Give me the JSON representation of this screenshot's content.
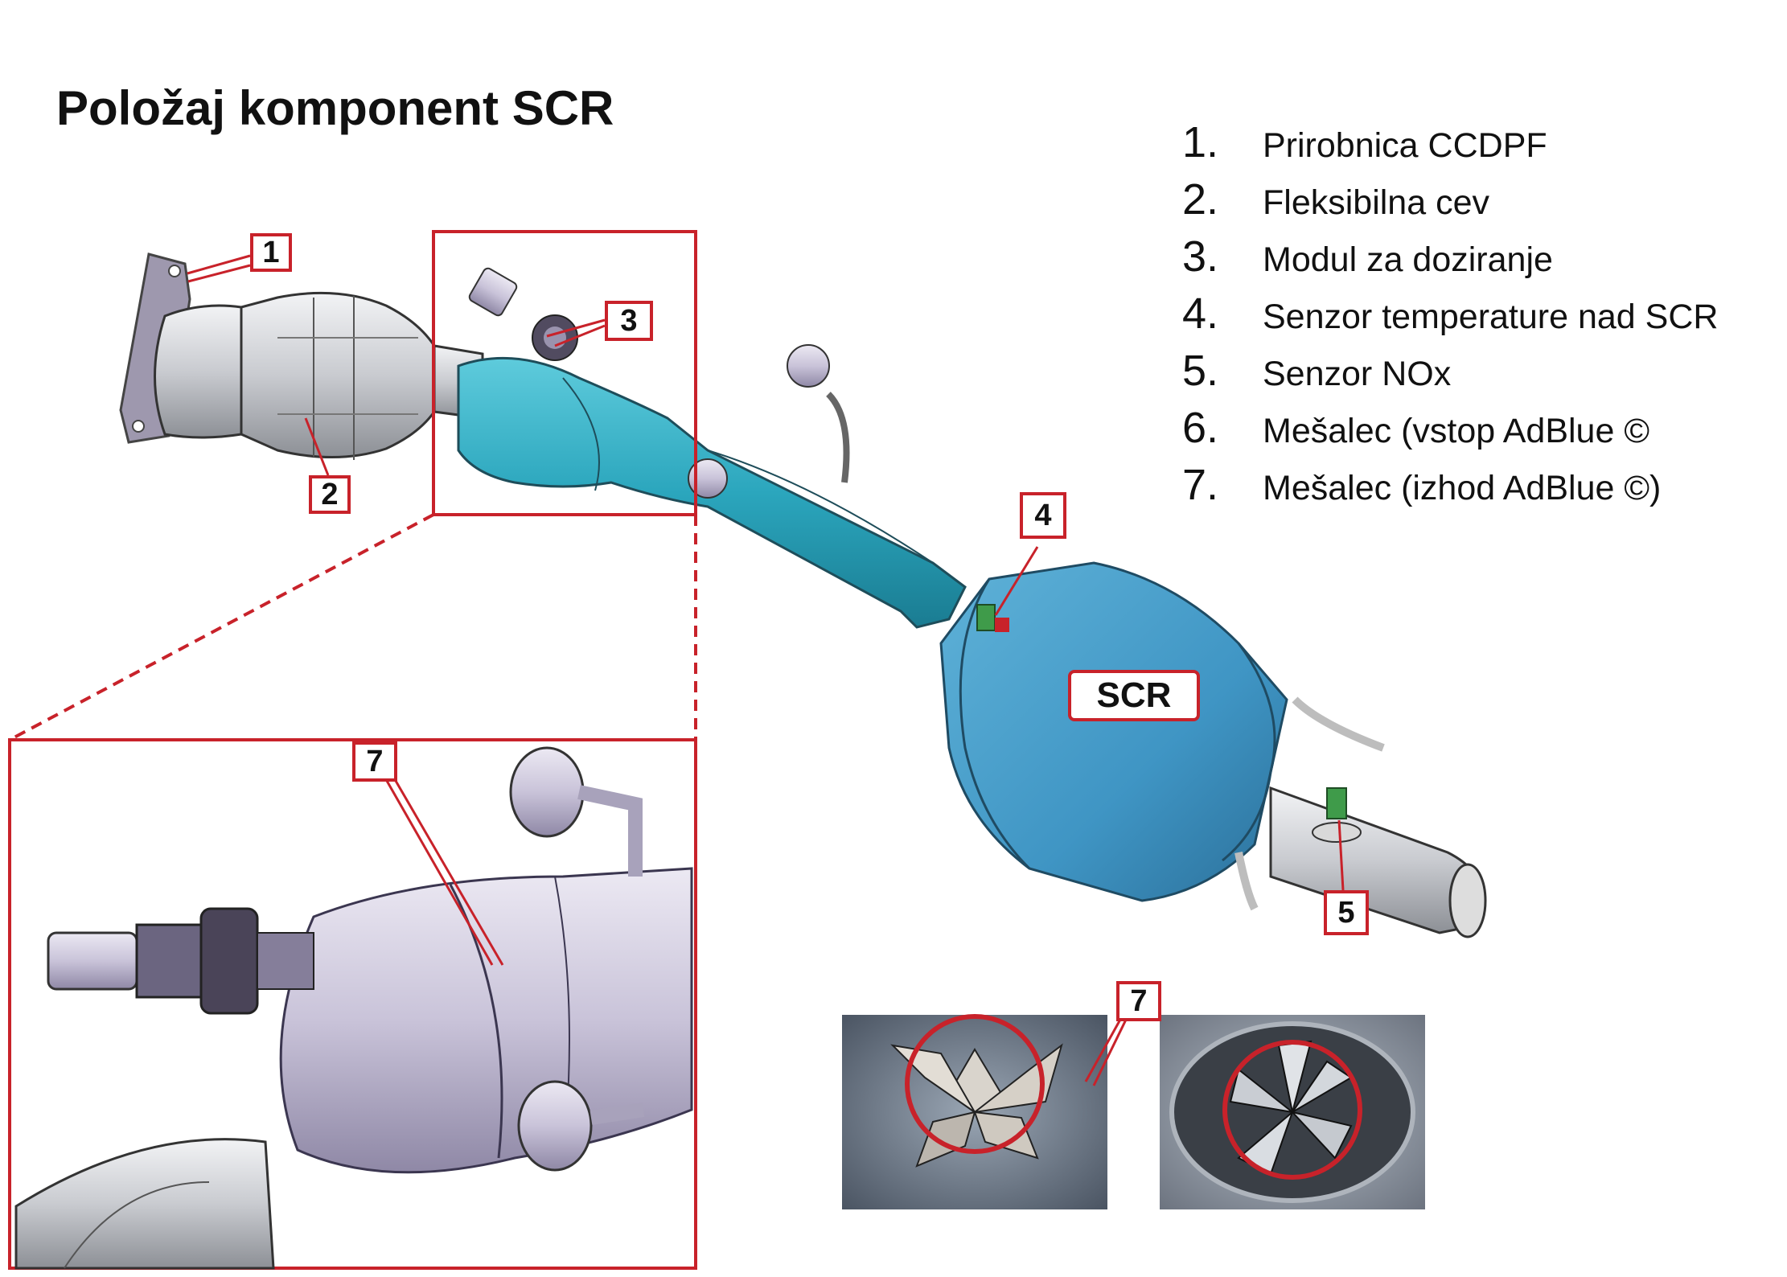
{
  "title": "Položaj komponent SCR",
  "scr_label": "SCR",
  "legend": [
    {
      "num": "1.",
      "text": "Prirobnica CCDPF"
    },
    {
      "num": "2.",
      "text": "Fleksibilna cev"
    },
    {
      "num": "3.",
      "text": "Modul za doziranje"
    },
    {
      "num": "4.",
      "text": "Senzor temperature nad SCR"
    },
    {
      "num": "5.",
      "text": "Senzor NOx"
    },
    {
      "num": "6.",
      "text": "Mešalec (vstop AdBlue ©"
    },
    {
      "num": "7.",
      "text": "Mešalec (izhod AdBlue ©)"
    }
  ],
  "callouts": {
    "c1": "1",
    "c2": "2",
    "c3": "3",
    "c4": "4",
    "c5": "5",
    "c7_zoom": "7",
    "c7_photo": "7"
  },
  "colors": {
    "callout_red": "#c8222a",
    "pipe_teal": "#29a6bd",
    "scr_blue": "#3f95c4",
    "steel_grey": "#c6c8cc",
    "pipe_lavender": "#cdc8dc"
  }
}
